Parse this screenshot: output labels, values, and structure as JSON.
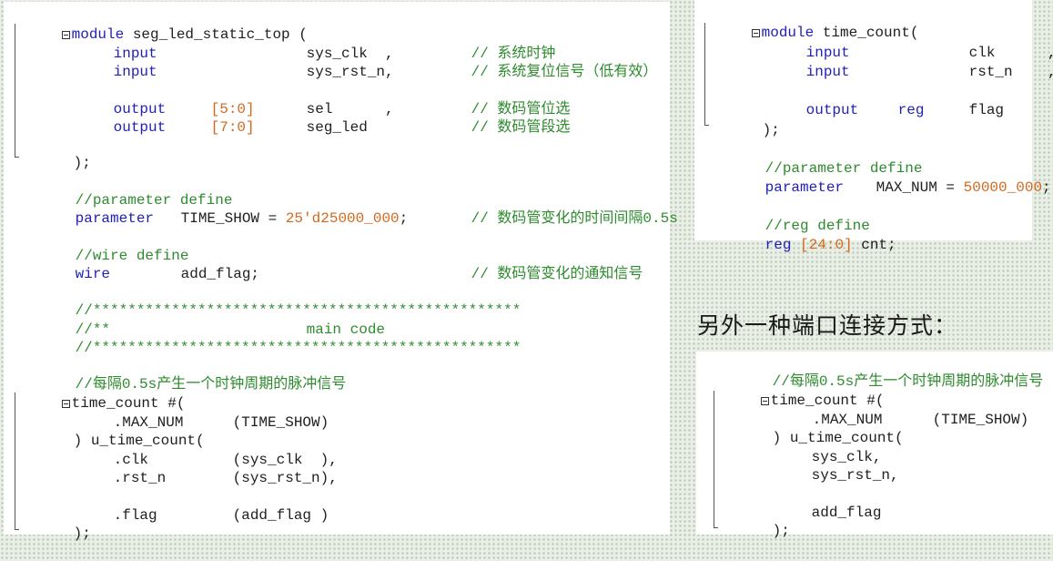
{
  "colors": {
    "keyword": "#1f1fb8",
    "comment": "#2e8b2e",
    "number": "#d2691e",
    "text": "#202020",
    "background": "#e9eee6"
  },
  "left_code": {
    "module_kw": "module",
    "module_name": " seg_led_static_top (",
    "p1_kw": "input",
    "p1_name": "sys_clk  ,",
    "p1_comment": "// 系统时钟",
    "p2_kw": "input",
    "p2_name": "sys_rst_n,",
    "p2_comment": "// 系统复位信号（低有效）",
    "p3_kw": "output",
    "p3_width": "[5:0]",
    "p3_name": "sel      ,",
    "p3_comment": "// 数码管位选",
    "p4_kw": "output",
    "p4_width": "[7:0]",
    "p4_name": "seg_led",
    "p4_comment": "// 数码管段选",
    "close": ");",
    "param_comment": "//parameter define",
    "param_kw": "parameter",
    "param_name": "TIME_SHOW = ",
    "param_value": "25'd25000_000",
    "param_tail": ";",
    "param_note": "// 数码管变化的时间间隔0.5s",
    "wire_comment": "//wire define",
    "wire_kw": "wire",
    "wire_name": "add_flag;",
    "wire_note": "// 数码管变化的通知信号",
    "stars_top": "//*************************************************",
    "main_prefix": "//**",
    "main_text": "main code",
    "stars_bottom": "//*************************************************",
    "inst_comment": "//每隔0.5s产生一个时钟周期的脉冲信号",
    "inst_head": "time_count #(",
    "inst_param_name": ".MAX_NUM",
    "inst_param_value": "(TIME_SHOW)",
    "inst_name": ") u_time_count(",
    "port1_name": ".clk",
    "port1_value": "(sys_clk  ),",
    "port2_name": ".rst_n",
    "port2_value": "(sys_rst_n),",
    "port3_name": ".flag",
    "port3_value": "(add_flag )",
    "inst_close": ");"
  },
  "right_top_code": {
    "module_kw": "module",
    "module_name": " time_count(",
    "p1_kw": "input",
    "p1_name": "clk      ,",
    "p2_kw": "input",
    "p2_name": "rst_n    ,",
    "p3_kw": "output",
    "p3_type": "reg",
    "p3_name": "flag",
    "close": ");",
    "param_comment": "//parameter define",
    "param_kw": "parameter",
    "param_name": "MAX_NUM = ",
    "param_value": "50000_000",
    "param_tail": ";",
    "reg_comment": "//reg define",
    "reg_kw": "reg",
    "reg_width": "[24:0]",
    "reg_name": " cnt;"
  },
  "section_caption": "另外一种端口连接方式：",
  "right_bottom_code": {
    "inst_comment": "//每隔0.5s产生一个时钟周期的脉冲信号",
    "inst_head": "time_count #(",
    "inst_param_name": ".MAX_NUM",
    "inst_param_value": "(TIME_SHOW)",
    "inst_name": ") u_time_count(",
    "port1": "sys_clk,",
    "port2": "sys_rst_n,",
    "port3": "add_flag",
    "inst_close": ");"
  }
}
